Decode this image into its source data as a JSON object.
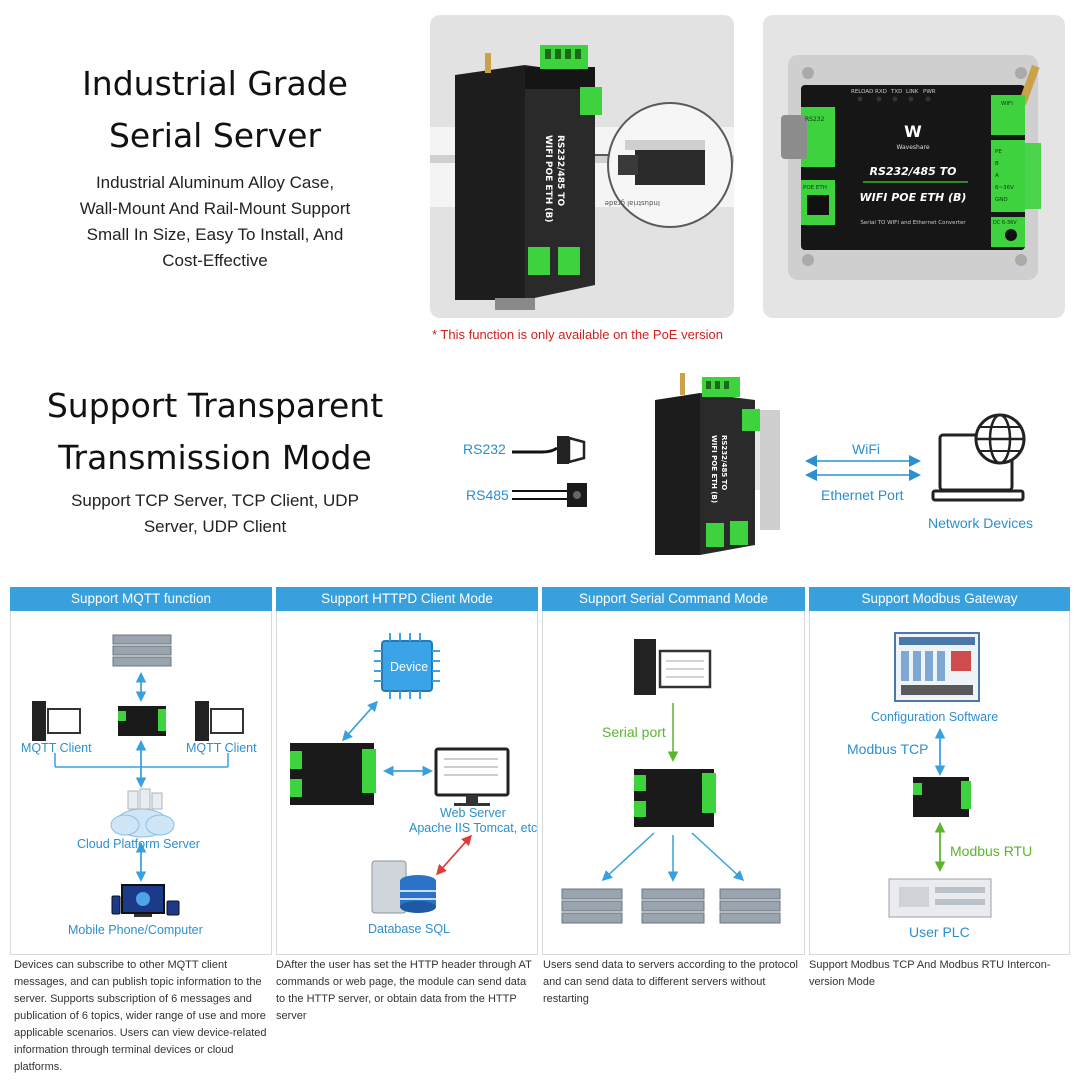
{
  "top": {
    "title_line1": "Industrial Grade",
    "title_line2": "Serial Server",
    "desc_line1": "Industrial Aluminum Alloy Case,",
    "desc_line2": "Wall-Mount And Rail-Mount Support",
    "desc_line3": "Small In Size, Easy To Install, And",
    "desc_line4": "Cost-Effective",
    "footnote": "* This function is only available on the PoE version"
  },
  "device": {
    "model_line1": "RS232/485 TO",
    "model_line2": "WIFI POE ETH (B)",
    "brand": "Waveshare",
    "subtitle": "Serial TO WIFI and Ethernet Converter",
    "leds": [
      "RELOAD",
      "RXD",
      "TXD",
      "LINK",
      "PWR"
    ],
    "port_rs232": "RS232",
    "port_poe": "POE ETH",
    "port_wifi": "WIFI",
    "port_dc": "DC 6-36V",
    "terminals": [
      "PE",
      "B",
      "A",
      "6~36V",
      "GND"
    ],
    "rail_text": "Industrial grade"
  },
  "middle": {
    "title_line1": "Support Transparent",
    "title_line2": "Transmission Mode",
    "desc_line1": "Support TCP Server, TCP Client, UDP",
    "desc_line2": "Server, UDP Client",
    "rs232": "RS232",
    "rs485": "RS485",
    "wifi": "WiFi",
    "ethernet": "Ethernet Port",
    "network": "Network Devices"
  },
  "panels": [
    {
      "header": "Support MQTT function",
      "labels": {
        "mqtt_left": "MQTT Client",
        "mqtt_right": "MQTT Client",
        "cloud": "Cloud Platform Server",
        "mobile": "Mobile Phone/Computer"
      },
      "desc": "Devices can subscribe to other MQTT client messages, and can publish topic information to the server. Supports subscription of 6 messages and publication of 6 topics, wider range of use and more applicable scenarios. Users can view device-related information through terminal devices or cloud platforms."
    },
    {
      "header": "Support HTTPD Client Mode",
      "labels": {
        "device": "Device",
        "web1": "Web Server",
        "web2": "Apache IIS Tomcat, etc",
        "db": "Database SQL"
      },
      "desc": "DAfter the user has set the HTTP header through AT commands or web page, the module can send data to the HTTP server, or obtain data from the HTTP server"
    },
    {
      "header": "Support Serial Command Mode",
      "labels": {
        "serial": "Serial port"
      },
      "desc": "Users send data to servers according to the protocol and can send data to different servers without restarting"
    },
    {
      "header": "Support Modbus Gateway",
      "labels": {
        "config": "Configuration Software",
        "tcp": "Modbus TCP",
        "rtu": "Modbus RTU",
        "plc": "User PLC"
      },
      "desc": "Support Modbus TCP And Modbus RTU Intercon-version Mode"
    }
  ],
  "colors": {
    "accent_blue": "#39a0de",
    "label_blue": "#2b8fd0",
    "device_green": "#3ed23e",
    "arrow_green": "#5ab52f",
    "footnote_red": "#d21f1f",
    "arrow_red": "#e03b3b"
  }
}
